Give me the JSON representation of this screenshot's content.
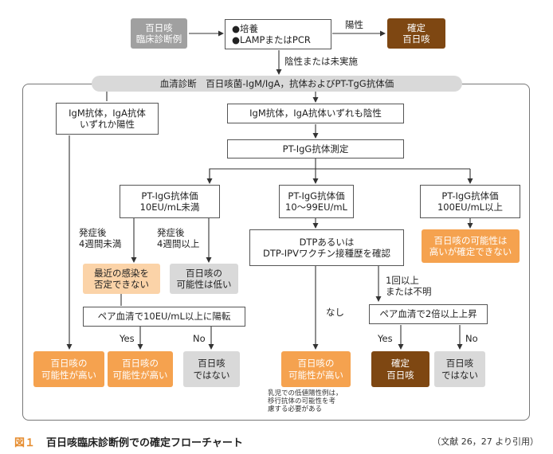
{
  "nodes": {
    "clinical": "百日咳\n臨床診断例",
    "tests": "●培養\n●LAMPまたはPCR",
    "confirmed_top": "確定\n百日咳",
    "serology": "血清診断　百日咳菌-IgM/IgA，抗体およびPT-TgG抗体価",
    "igm_positive": "IgM抗体，IgA抗体\nいずれか陽性",
    "igm_negative": "IgM抗体，IgA抗体いずれも陰性",
    "pt_measure": "PT-IgG抗体測定",
    "pt_low": "PT-IgG抗体価\n10EU/mL未満",
    "pt_mid": "PT-IgG抗体価\n10～99EU/mL",
    "pt_high": "PT-IgG抗体価\n100EU/mL以上",
    "recent_infection": "最近の感染を\n否定できない",
    "low_possibility": "百日咳の\n可能性は低い",
    "paired_10": "ペア血清で10EU/mL以上に陽転",
    "dtp_history": "DTPあるいは\nDTP-IPVワクチン接種歴を確認",
    "high_uncertain": "百日咳の可能性は\n高いが確定できない",
    "paired_2x": "ペア血清で2倍以上上昇",
    "high_left": "百日咳の\n可能性が高い",
    "high_yes": "百日咳の\n可能性が高い",
    "not_pertussis_1": "百日咳\nではない",
    "high_nashi": "百日咳の\n可能性が高い",
    "confirmed_bottom": "確定\n百日咳",
    "not_pertussis_2": "百日咳\nではない"
  },
  "labels": {
    "positive": "陽性",
    "negative_or_not_done": "陰性または未実施",
    "onset_under4w": "発症後\n4週間未満",
    "onset_over4w": "発症後\n4週間以上",
    "yes_1": "Yes",
    "no_1": "No",
    "nashi": "なし",
    "once_or_more": "1回以上\nまたは不明",
    "yes_2": "Yes",
    "no_2": "No",
    "infant_note": "乳児での低値陽性例は，\n移行抗体の可能性を考\n慮する必要がある"
  },
  "caption": {
    "number": "図１",
    "title": "百日咳臨床診断例での確定フローチャート",
    "reference": "（文献 26，27 より引用）"
  },
  "colors": {
    "orange": "#f5a24f",
    "brown": "#7e4712",
    "gray": "#a0a0a0",
    "light_gray": "#d9d9d9",
    "light_orange": "#fbd3a8"
  }
}
